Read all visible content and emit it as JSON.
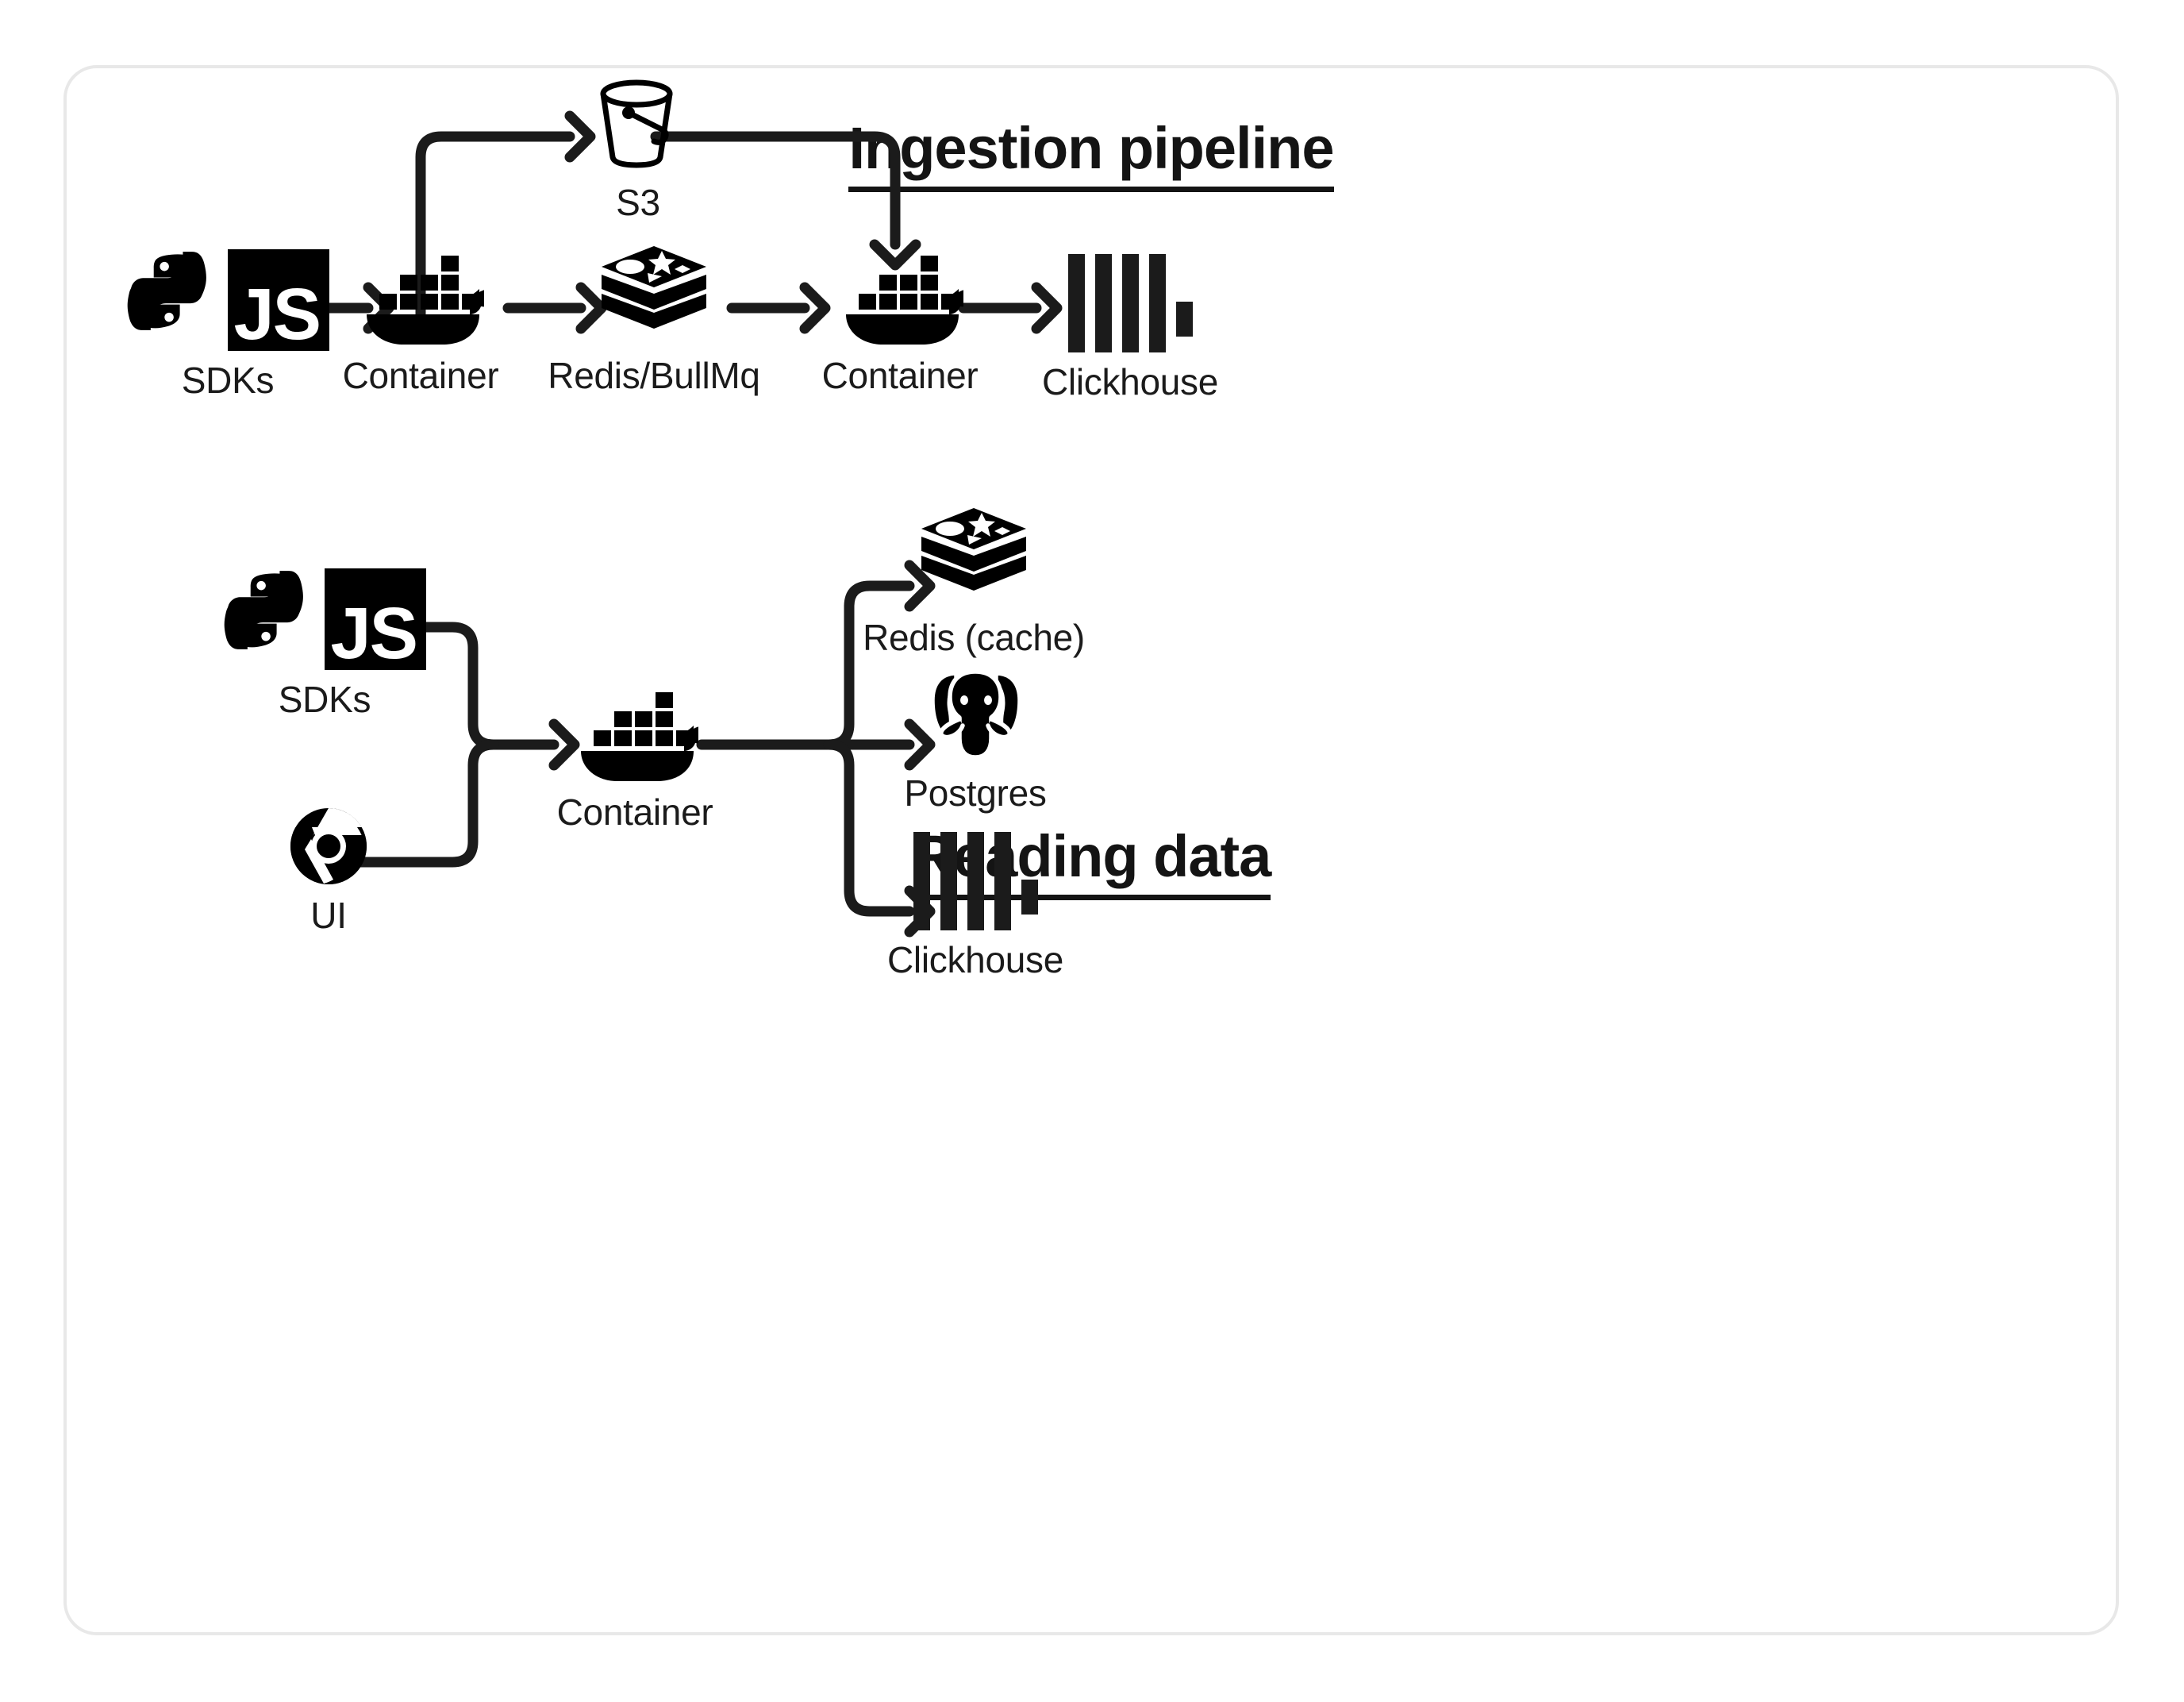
{
  "diagram": {
    "sections": [
      {
        "id": "ingestion",
        "title": "Ingestion pipeline",
        "nodes": [
          {
            "id": "sdks-1",
            "label": "SDKs",
            "icon": "python-js-sdk-icon"
          },
          {
            "id": "container-1",
            "label": "Container",
            "icon": "docker-whale-icon"
          },
          {
            "id": "s3",
            "label": "S3",
            "icon": "s3-bucket-icon"
          },
          {
            "id": "redis-bullmq",
            "label": "Redis/BullMq",
            "icon": "redis-stack-icon"
          },
          {
            "id": "container-2",
            "label": "Container",
            "icon": "docker-whale-icon"
          },
          {
            "id": "clickhouse-1",
            "label": "Clickhouse",
            "icon": "clickhouse-bars-icon"
          }
        ],
        "edges": [
          {
            "from": "sdks-1",
            "to": "container-1",
            "kind": "straight-arrow"
          },
          {
            "from": "container-1",
            "to": "s3",
            "kind": "up-then-right-arrow"
          },
          {
            "from": "container-1",
            "to": "redis-bullmq",
            "kind": "straight-arrow"
          },
          {
            "from": "s3",
            "to": "container-2",
            "kind": "right-then-down-arrow"
          },
          {
            "from": "redis-bullmq",
            "to": "container-2",
            "kind": "straight-arrow"
          },
          {
            "from": "container-2",
            "to": "clickhouse-1",
            "kind": "straight-arrow"
          }
        ]
      },
      {
        "id": "reading",
        "title": "Reading data",
        "nodes": [
          {
            "id": "sdks-2",
            "label": "SDKs",
            "icon": "python-js-sdk-icon"
          },
          {
            "id": "ui",
            "label": "UI",
            "icon": "chrome-browser-icon"
          },
          {
            "id": "container-3",
            "label": "Container",
            "icon": "docker-whale-icon"
          },
          {
            "id": "redis-cache",
            "label": "Redis (cache)",
            "icon": "redis-stack-icon"
          },
          {
            "id": "postgres",
            "label": "Postgres",
            "icon": "postgres-elephant-icon"
          },
          {
            "id": "clickhouse-2",
            "label": "Clickhouse",
            "icon": "clickhouse-bars-icon"
          }
        ],
        "edges": [
          {
            "from": "sdks-2",
            "to": "container-3",
            "kind": "merge-arrow"
          },
          {
            "from": "ui",
            "to": "container-3",
            "kind": "merge-arrow"
          },
          {
            "from": "container-3",
            "to": "redis-cache",
            "kind": "fanout-up-arrow"
          },
          {
            "from": "container-3",
            "to": "postgres",
            "kind": "fanout-straight-arrow"
          },
          {
            "from": "container-3",
            "to": "clickhouse-2",
            "kind": "fanout-down-arrow"
          }
        ]
      }
    ]
  },
  "style": {
    "stroke": "#1b1b1b",
    "card_border": "#e8e8e8",
    "background": "#ffffff",
    "js_logo_text": "JS"
  }
}
